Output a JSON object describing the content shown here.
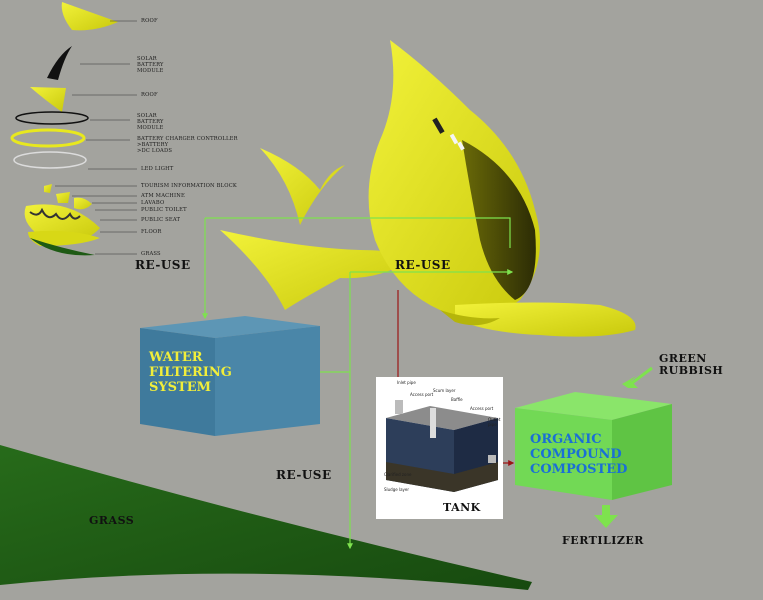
{
  "exploded_labels": [
    {
      "id": "roof-1",
      "text": "ROOF"
    },
    {
      "id": "solar-1",
      "text": "SOLAR\nBATTERY\nMODULE"
    },
    {
      "id": "roof-2",
      "text": "ROOF"
    },
    {
      "id": "solar-2",
      "text": "SOLAR\nBATTERY\nMODULE"
    },
    {
      "id": "charger",
      "text": "BATTERY CHARGER CONTROLLER\n>BATTERY\n>DC LOADS"
    },
    {
      "id": "led",
      "text": "LED LIGHT"
    },
    {
      "id": "tourism",
      "text": "TOURISM INFORMATION BLOCK"
    },
    {
      "id": "atm",
      "text": "ATM MACHINE"
    },
    {
      "id": "lavabo",
      "text": "LAVABO"
    },
    {
      "id": "toilet",
      "text": "PUBLIC TOILET"
    },
    {
      "id": "seat",
      "text": "PUBLIC SEAT"
    },
    {
      "id": "floor",
      "text": "FLOOR"
    },
    {
      "id": "grass-small",
      "text": "GRASS"
    }
  ],
  "flow_labels": {
    "reuse_left": "RE-USE",
    "reuse_center": "RE-USE",
    "reuse_bottom": "RE-USE",
    "grass": "GRASS",
    "green_rubbish": "GREEN\nRUBBISH",
    "fertilizer": "FERTILIZER",
    "tank": "TANK"
  },
  "boxes": {
    "water": "WATER\nFILTERING\nSYSTEM",
    "organic": "ORGANIC\nCOMPOUND\nCOMPOSTED"
  },
  "tank_parts": {
    "inlet_pipe": "Inlet pipe",
    "access_port_1": "Access port",
    "scum_layer": "Scum layer",
    "baffle": "Baffle",
    "access_port_2": "Access port",
    "outlet": "Outlet\npipe",
    "clarified": "Clarified zone",
    "sludge": "Sludge layer"
  },
  "colors": {
    "background": "#a3a39e",
    "structure_yellow": "#e8e81e",
    "water_box": "#4a86a8",
    "organic_box": "#72d955",
    "grass": "#1f5a14",
    "flow_green": "#7ee24e",
    "flow_red": "#9a1515"
  }
}
